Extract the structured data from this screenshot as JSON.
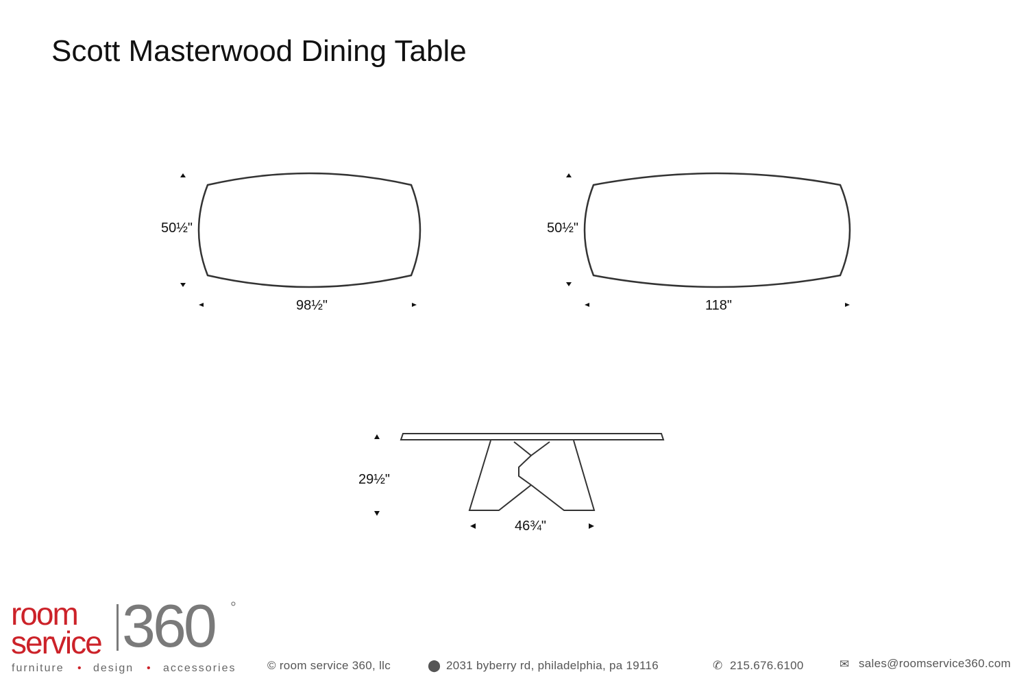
{
  "title": "Scott Masterwood Dining Table",
  "dimensions": {
    "top1": {
      "depth": "50½\"",
      "width": "98½\""
    },
    "top2": {
      "depth": "50½\"",
      "width": "118\""
    },
    "side": {
      "height": "29½\"",
      "base_width": "46¾\""
    }
  },
  "logo": {
    "room": "room",
    "service": "service",
    "number": "360",
    "degree": "°",
    "tagline": [
      "furniture",
      "design",
      "accessories"
    ],
    "separator": "•"
  },
  "footer": {
    "copyright": "© room service 360, llc",
    "address": "2031 byberry rd, philadelphia, pa 19116",
    "phone": "215.676.6100",
    "email": "sales@roomservice360.com"
  },
  "colors": {
    "brand_red": "#cc2229",
    "brand_gray": "#7a7a7a"
  }
}
